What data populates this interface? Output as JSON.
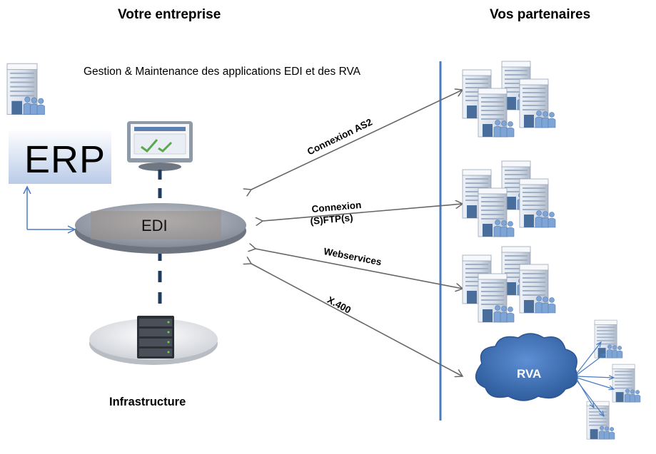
{
  "headings": {
    "left": "Votre entreprise",
    "right": "Vos partenaires"
  },
  "description": "Gestion & Maintenance des applications EDI et des RVA",
  "erp_label": "ERP",
  "edi_label": "EDI",
  "infrastructure_label": "Infrastructure",
  "connections": {
    "as2": "Connexion AS2",
    "sftp_line1": "Connexion",
    "sftp_line2": "(S)FTP(s)",
    "webservices": "Webservices",
    "x400": "X.400"
  },
  "rva_label": "RVA",
  "colors": {
    "divider": "#4a7cc0",
    "erp_fill": "#c9d7ee",
    "arrow": "#666666",
    "cloud": "#3f6fb5",
    "edi_disc": "#8f96a3"
  }
}
